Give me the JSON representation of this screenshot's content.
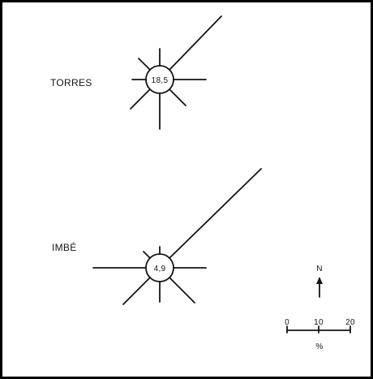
{
  "stations": [
    {
      "id": "torres",
      "name": "TORRES",
      "calm_value": "18,5"
    },
    {
      "id": "imbe",
      "name": "IMBÉ",
      "calm_value": "4,9"
    }
  ],
  "legend": {
    "north_label": "N",
    "scale_ticks": [
      "0",
      "10",
      "20"
    ],
    "scale_unit": "%"
  },
  "colors": {
    "ink": "#141414",
    "border": "#000000",
    "background": "#ffffff"
  }
}
